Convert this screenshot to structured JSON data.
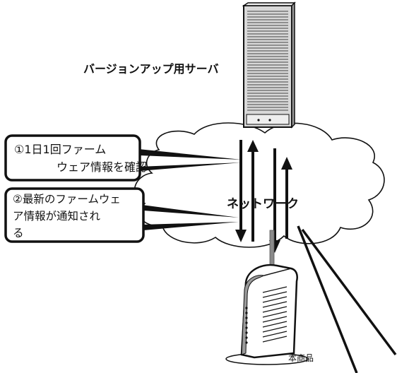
{
  "server_label": "バージョンアップ用サーバ",
  "network_label": "ネットワーク",
  "product_label": "本商品",
  "callout_1": {
    "lines": [
      "①1日1回ファーム",
      "ウェア情報を確認"
    ]
  },
  "callout_2": {
    "lines": [
      "②最新のファームウェ",
      "ア情報が通知され",
      "る"
    ]
  },
  "colors": {
    "stroke": "#111111",
    "cloud_fill": "#ffffff",
    "cable": "#8a8a8a"
  }
}
